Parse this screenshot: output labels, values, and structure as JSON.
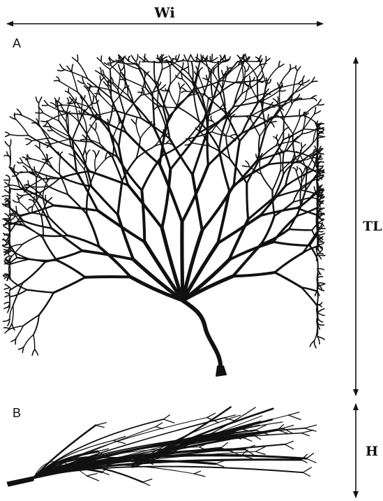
{
  "labels": {
    "width_label": "Wi",
    "panel_a_label": "A",
    "panel_b_label": "B",
    "total_length_label": "TL",
    "height_label": "H"
  },
  "colors": {
    "ink": "#111111",
    "background": "#ffffff"
  }
}
